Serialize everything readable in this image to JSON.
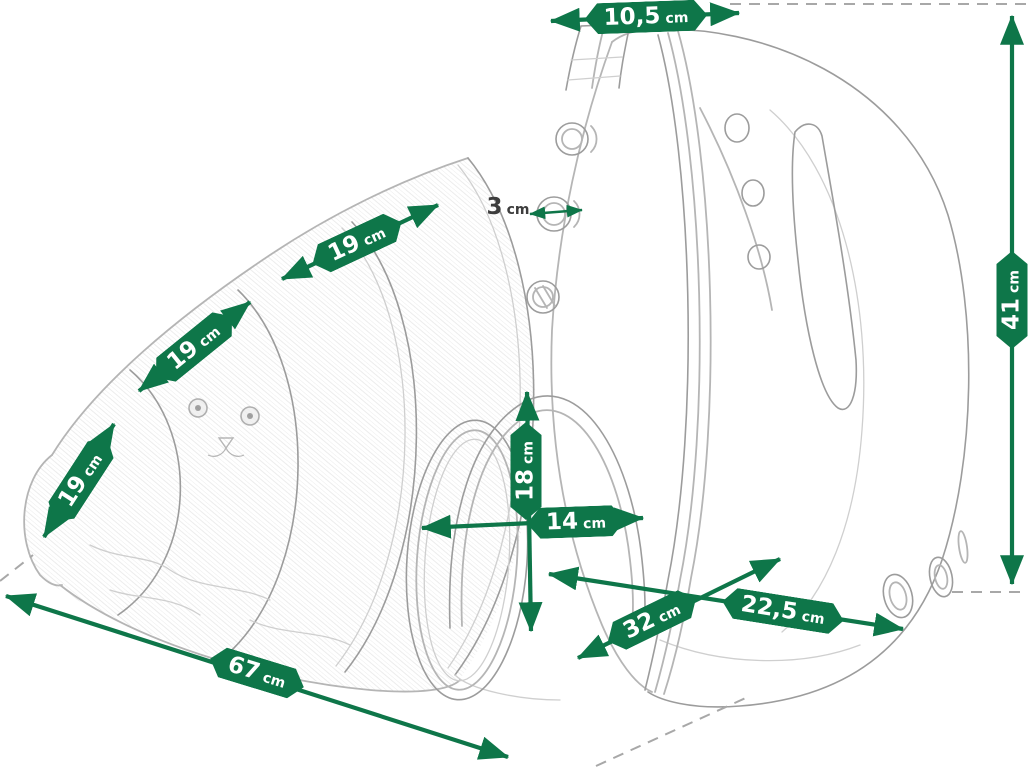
{
  "colors": {
    "accent_green": "#0e7649",
    "sketch_gray": "#b5b5b5",
    "dash_gray": "#a8a8a8",
    "vent_text_dark": "#3d3d3d",
    "label_text": "#ffffff"
  },
  "dimensions": {
    "top_width": {
      "value": "10,5",
      "unit": "cm"
    },
    "vent_diameter": {
      "value": "3",
      "unit": "cm"
    },
    "expand_segment_1": {
      "value": "19",
      "unit": "cm"
    },
    "expand_segment_2": {
      "value": "19",
      "unit": "cm"
    },
    "expand_segment_3": {
      "value": "19",
      "unit": "cm"
    },
    "height": {
      "value": "41",
      "unit": "cm"
    },
    "door_height": {
      "value": "18",
      "unit": "cm"
    },
    "door_width": {
      "value": "14",
      "unit": "cm"
    },
    "base_width": {
      "value": "22,5",
      "unit": "cm"
    },
    "depth": {
      "value": "32",
      "unit": "cm"
    },
    "total_length": {
      "value": "67",
      "unit": "cm"
    }
  }
}
